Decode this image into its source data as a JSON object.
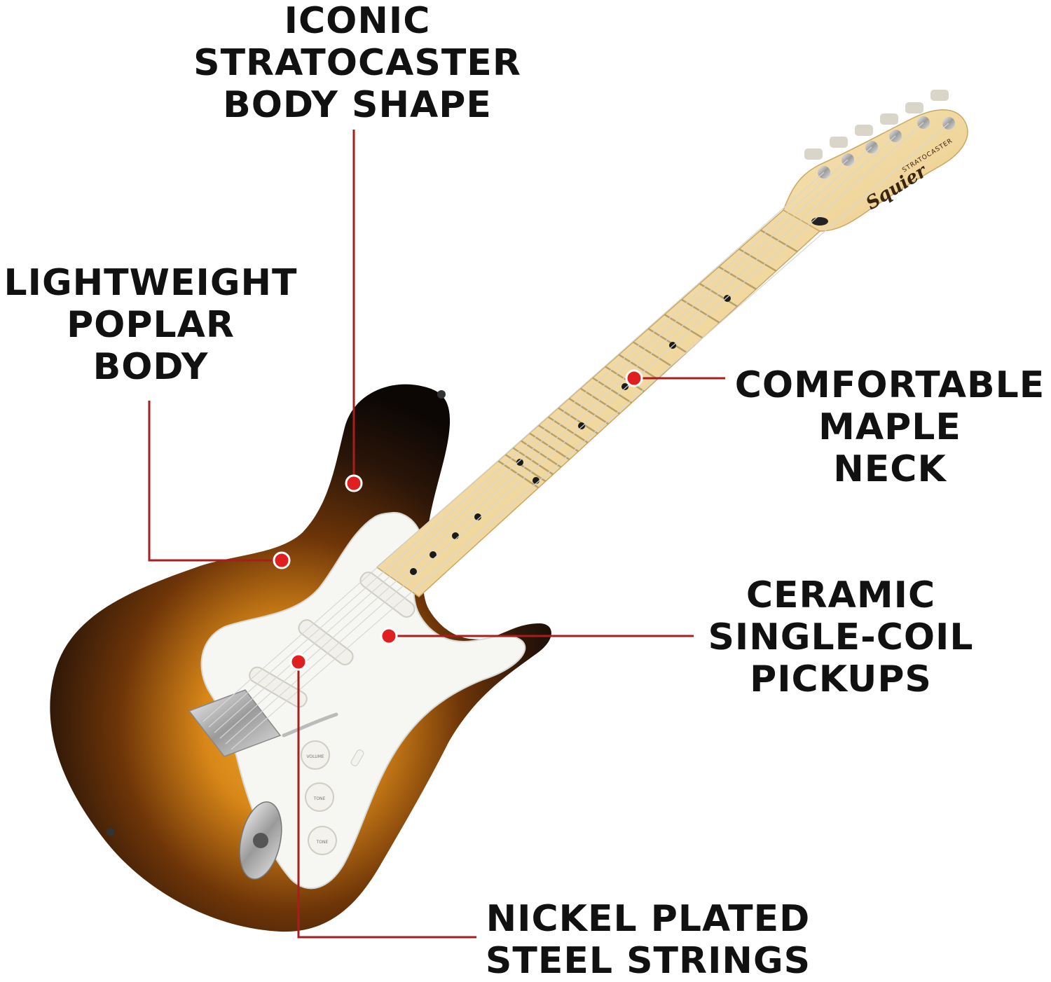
{
  "colors": {
    "accent": "#e02020",
    "line": "#a81e1e",
    "text": "#111111",
    "burst_outer": "#1a100a",
    "burst_mid": "#7a3a08",
    "burst_center": "#e9a32a",
    "maple": "#f1d9a0",
    "pickguard": "#f6f6f2"
  },
  "callouts": [
    {
      "id": "body-shape",
      "lines": [
        "ICONIC",
        "STRATOCASTER",
        "BODY SHAPE"
      ]
    },
    {
      "id": "poplar-body",
      "lines": [
        "LIGHTWEIGHT",
        "POPLAR",
        "BODY"
      ]
    },
    {
      "id": "maple-neck",
      "lines": [
        "COMFORTABLE",
        "MAPLE",
        "NECK"
      ]
    },
    {
      "id": "pickups",
      "lines": [
        "CERAMIC",
        "SINGLE-COIL",
        "PICKUPS"
      ]
    },
    {
      "id": "strings",
      "lines": [
        "NICKEL PLATED",
        "STEEL STRINGS"
      ]
    }
  ],
  "headstock": {
    "logo": "Squier",
    "model": "STRATOCASTER"
  },
  "knobs": [
    "VOLUME",
    "TONE",
    "TONE"
  ]
}
